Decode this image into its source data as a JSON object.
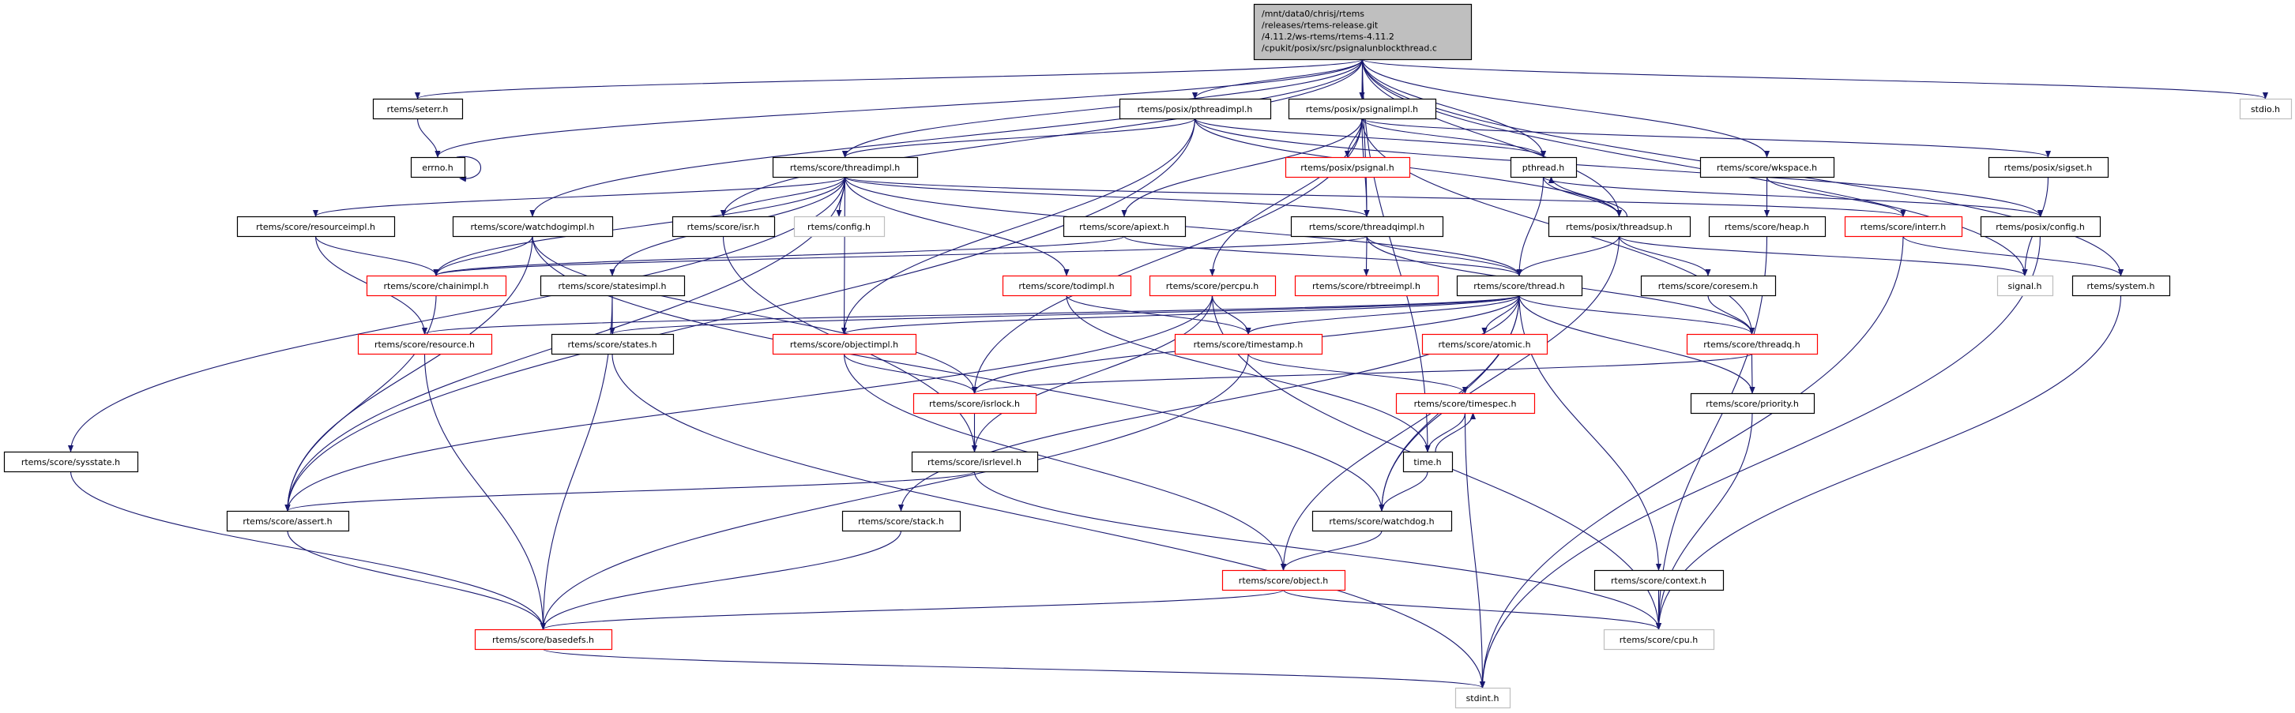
{
  "colors": {
    "edge": "#191970",
    "border_normal": "#000000",
    "border_red": "#ff0000",
    "border_gray": "#bfbfbf",
    "fill_main": "#bfbfbf",
    "fill_node": "#ffffff"
  },
  "nodes": [
    {
      "id": "main",
      "style": "main",
      "lines": [
        "/mnt/data0/chrisj/rtems",
        "/releases/rtems-release.git",
        "/4.11.2/ws-rtems/rtems-4.11.2",
        "/cpukit/posix/src/psignalunblockthread.c"
      ]
    },
    {
      "id": "seterr",
      "style": "normal",
      "label": "rtems/seterr.h"
    },
    {
      "id": "pthreadimpl",
      "style": "normal",
      "label": "rtems/posix/pthreadimpl.h"
    },
    {
      "id": "psignalimpl",
      "style": "normal",
      "label": "rtems/posix/psignalimpl.h"
    },
    {
      "id": "stdio",
      "style": "gray",
      "label": "stdio.h"
    },
    {
      "id": "errno",
      "style": "normal",
      "label": "errno.h"
    },
    {
      "id": "threadimpl",
      "style": "normal",
      "label": "rtems/score/threadimpl.h"
    },
    {
      "id": "psignal",
      "style": "red",
      "label": "rtems/posix/psignal.h"
    },
    {
      "id": "pthread",
      "style": "normal",
      "label": "pthread.h"
    },
    {
      "id": "wkspace",
      "style": "normal",
      "label": "rtems/score/wkspace.h"
    },
    {
      "id": "sigset",
      "style": "normal",
      "label": "rtems/posix/sigset.h"
    },
    {
      "id": "resourceimpl",
      "style": "normal",
      "label": "rtems/score/resourceimpl.h"
    },
    {
      "id": "watchdogimpl",
      "style": "normal",
      "label": "rtems/score/watchdogimpl.h"
    },
    {
      "id": "isr",
      "style": "normal",
      "label": "rtems/score/isr.h"
    },
    {
      "id": "config",
      "style": "gray",
      "label": "rtems/config.h"
    },
    {
      "id": "apiext",
      "style": "normal",
      "label": "rtems/score/apiext.h"
    },
    {
      "id": "threadqimpl",
      "style": "normal",
      "label": "rtems/score/threadqimpl.h"
    },
    {
      "id": "threadsup",
      "style": "normal",
      "label": "rtems/posix/threadsup.h"
    },
    {
      "id": "heap",
      "style": "normal",
      "label": "rtems/score/heap.h"
    },
    {
      "id": "interr",
      "style": "red",
      "label": "rtems/score/interr.h"
    },
    {
      "id": "posixconfig",
      "style": "normal",
      "label": "rtems/posix/config.h"
    },
    {
      "id": "chainimpl",
      "style": "red",
      "label": "rtems/score/chainimpl.h"
    },
    {
      "id": "statesimpl",
      "style": "normal",
      "label": "rtems/score/statesimpl.h"
    },
    {
      "id": "todimpl",
      "style": "red",
      "label": "rtems/score/todimpl.h"
    },
    {
      "id": "percpu",
      "style": "red",
      "label": "rtems/score/percpu.h"
    },
    {
      "id": "rbtreeimpl",
      "style": "red",
      "label": "rtems/score/rbtreeimpl.h"
    },
    {
      "id": "thread",
      "style": "normal",
      "label": "rtems/score/thread.h"
    },
    {
      "id": "coresem",
      "style": "normal",
      "label": "rtems/score/coresem.h"
    },
    {
      "id": "signal",
      "style": "gray",
      "label": "signal.h"
    },
    {
      "id": "system",
      "style": "normal",
      "label": "rtems/system.h"
    },
    {
      "id": "resource",
      "style": "red",
      "label": "rtems/score/resource.h"
    },
    {
      "id": "states",
      "style": "normal",
      "label": "rtems/score/states.h"
    },
    {
      "id": "objectimpl",
      "style": "red",
      "label": "rtems/score/objectimpl.h"
    },
    {
      "id": "timestamp",
      "style": "red",
      "label": "rtems/score/timestamp.h"
    },
    {
      "id": "atomic",
      "style": "red",
      "label": "rtems/score/atomic.h"
    },
    {
      "id": "threadq",
      "style": "red",
      "label": "rtems/score/threadq.h"
    },
    {
      "id": "isrlock",
      "style": "red",
      "label": "rtems/score/isrlock.h"
    },
    {
      "id": "timespec",
      "style": "red",
      "label": "rtems/score/timespec.h"
    },
    {
      "id": "priority",
      "style": "normal",
      "label": "rtems/score/priority.h"
    },
    {
      "id": "sysstate",
      "style": "normal",
      "label": "rtems/score/sysstate.h"
    },
    {
      "id": "isrlevel",
      "style": "normal",
      "label": "rtems/score/isrlevel.h"
    },
    {
      "id": "time",
      "style": "normal",
      "label": "time.h"
    },
    {
      "id": "assert",
      "style": "normal",
      "label": "rtems/score/assert.h"
    },
    {
      "id": "stack",
      "style": "normal",
      "label": "rtems/score/stack.h"
    },
    {
      "id": "watchdog",
      "style": "normal",
      "label": "rtems/score/watchdog.h"
    },
    {
      "id": "object",
      "style": "red",
      "label": "rtems/score/object.h"
    },
    {
      "id": "context",
      "style": "normal",
      "label": "rtems/score/context.h"
    },
    {
      "id": "basedefs",
      "style": "red",
      "label": "rtems/score/basedefs.h"
    },
    {
      "id": "cpu",
      "style": "gray",
      "label": "rtems/score/cpu.h"
    },
    {
      "id": "stdint",
      "style": "gray",
      "label": "stdint.h"
    }
  ],
  "edges": [
    [
      "main",
      "seterr"
    ],
    [
      "main",
      "errno"
    ],
    [
      "main",
      "pthreadimpl"
    ],
    [
      "main",
      "psignalimpl"
    ],
    [
      "main",
      "threadimpl"
    ],
    [
      "main",
      "watchdogimpl"
    ],
    [
      "main",
      "isr"
    ],
    [
      "main",
      "threadqimpl"
    ],
    [
      "main",
      "pthread"
    ],
    [
      "main",
      "threadsup"
    ],
    [
      "main",
      "wkspace"
    ],
    [
      "main",
      "stdio"
    ],
    [
      "main",
      "signal"
    ],
    [
      "main",
      "system"
    ],
    [
      "main",
      "time"
    ],
    [
      "seterr",
      "errno"
    ],
    [
      "errno",
      "errno"
    ],
    [
      "pthreadimpl",
      "threadimpl"
    ],
    [
      "pthreadimpl",
      "pthread"
    ],
    [
      "pthreadimpl",
      "threadsup"
    ],
    [
      "pthreadimpl",
      "objectimpl"
    ],
    [
      "pthreadimpl",
      "assert"
    ],
    [
      "pthreadimpl",
      "posixconfig"
    ],
    [
      "psignalimpl",
      "psignal"
    ],
    [
      "psignalimpl",
      "pthread"
    ],
    [
      "psignalimpl",
      "threadqimpl"
    ],
    [
      "psignalimpl",
      "apiext"
    ],
    [
      "psignalimpl",
      "percpu"
    ],
    [
      "psignalimpl",
      "isrlock"
    ],
    [
      "psignalimpl",
      "sigset"
    ],
    [
      "psignalimpl",
      "threadq"
    ],
    [
      "threadimpl",
      "resourceimpl"
    ],
    [
      "threadimpl",
      "isr"
    ],
    [
      "threadimpl",
      "config"
    ],
    [
      "threadimpl",
      "statesimpl"
    ],
    [
      "threadimpl",
      "chainimpl"
    ],
    [
      "threadimpl",
      "todimpl"
    ],
    [
      "threadimpl",
      "objectimpl"
    ],
    [
      "threadimpl",
      "thread"
    ],
    [
      "threadimpl",
      "threadqimpl"
    ],
    [
      "threadimpl",
      "interr"
    ],
    [
      "threadimpl",
      "sysstate"
    ],
    [
      "threadimpl",
      "assert"
    ],
    [
      "pthread",
      "threadsup"
    ],
    [
      "pthread",
      "thread"
    ],
    [
      "pthread",
      "posixconfig"
    ],
    [
      "threadsup",
      "pthread"
    ],
    [
      "threadsup",
      "thread"
    ],
    [
      "threadsup",
      "coresem"
    ],
    [
      "threadsup",
      "signal"
    ],
    [
      "threadsup",
      "watchdog"
    ],
    [
      "wkspace",
      "heap"
    ],
    [
      "wkspace",
      "interr"
    ],
    [
      "sigset",
      "signal"
    ],
    [
      "interr",
      "system"
    ],
    [
      "interr",
      "stdint"
    ],
    [
      "heap",
      "cpu"
    ],
    [
      "posixconfig",
      "stdint"
    ],
    [
      "resourceimpl",
      "chainimpl"
    ],
    [
      "resourceimpl",
      "resource"
    ],
    [
      "watchdogimpl",
      "chainimpl"
    ],
    [
      "watchdogimpl",
      "assert"
    ],
    [
      "watchdogimpl",
      "isrlock"
    ],
    [
      "watchdogimpl",
      "watchdog"
    ],
    [
      "isr",
      "isrlevel"
    ],
    [
      "apiext",
      "chainimpl"
    ],
    [
      "apiext",
      "thread"
    ],
    [
      "threadqimpl",
      "chainimpl"
    ],
    [
      "threadqimpl",
      "rbtreeimpl"
    ],
    [
      "threadqimpl",
      "thread"
    ],
    [
      "threadqimpl",
      "threadq"
    ],
    [
      "chainimpl",
      "assert"
    ],
    [
      "statesimpl",
      "states"
    ],
    [
      "statesimpl",
      "basedefs"
    ],
    [
      "todimpl",
      "timestamp"
    ],
    [
      "todimpl",
      "time"
    ],
    [
      "percpu",
      "timestamp"
    ],
    [
      "percpu",
      "isrlevel"
    ],
    [
      "percpu",
      "assert"
    ],
    [
      "percpu",
      "cpu"
    ],
    [
      "thread",
      "resource"
    ],
    [
      "thread",
      "states"
    ],
    [
      "thread",
      "objectimpl"
    ],
    [
      "thread",
      "isrlock"
    ],
    [
      "thread",
      "timestamp"
    ],
    [
      "thread",
      "atomic"
    ],
    [
      "thread",
      "threadq"
    ],
    [
      "thread",
      "priority"
    ],
    [
      "thread",
      "watchdog"
    ],
    [
      "thread",
      "context"
    ],
    [
      "thread",
      "object"
    ],
    [
      "thread",
      "stack"
    ],
    [
      "coresem",
      "threadq"
    ],
    [
      "system",
      "cpu"
    ],
    [
      "resource",
      "basedefs"
    ],
    [
      "states",
      "stdint"
    ],
    [
      "objectimpl",
      "isrlock"
    ],
    [
      "objectimpl",
      "object"
    ],
    [
      "timestamp",
      "timespec"
    ],
    [
      "timestamp",
      "basedefs"
    ],
    [
      "threadq",
      "isrlock"
    ],
    [
      "threadq",
      "priority"
    ],
    [
      "isrlock",
      "isrlevel"
    ],
    [
      "timespec",
      "time"
    ],
    [
      "timespec",
      "stdint"
    ],
    [
      "time",
      "timespec"
    ],
    [
      "time",
      "watchdog"
    ],
    [
      "priority",
      "cpu"
    ],
    [
      "sysstate",
      "basedefs"
    ],
    [
      "isrlevel",
      "assert"
    ],
    [
      "isrlevel",
      "cpu"
    ],
    [
      "assert",
      "basedefs"
    ],
    [
      "stack",
      "basedefs"
    ],
    [
      "watchdog",
      "object"
    ],
    [
      "object",
      "basedefs"
    ],
    [
      "object",
      "cpu"
    ],
    [
      "context",
      "cpu"
    ],
    [
      "basedefs",
      "stdint"
    ]
  ]
}
